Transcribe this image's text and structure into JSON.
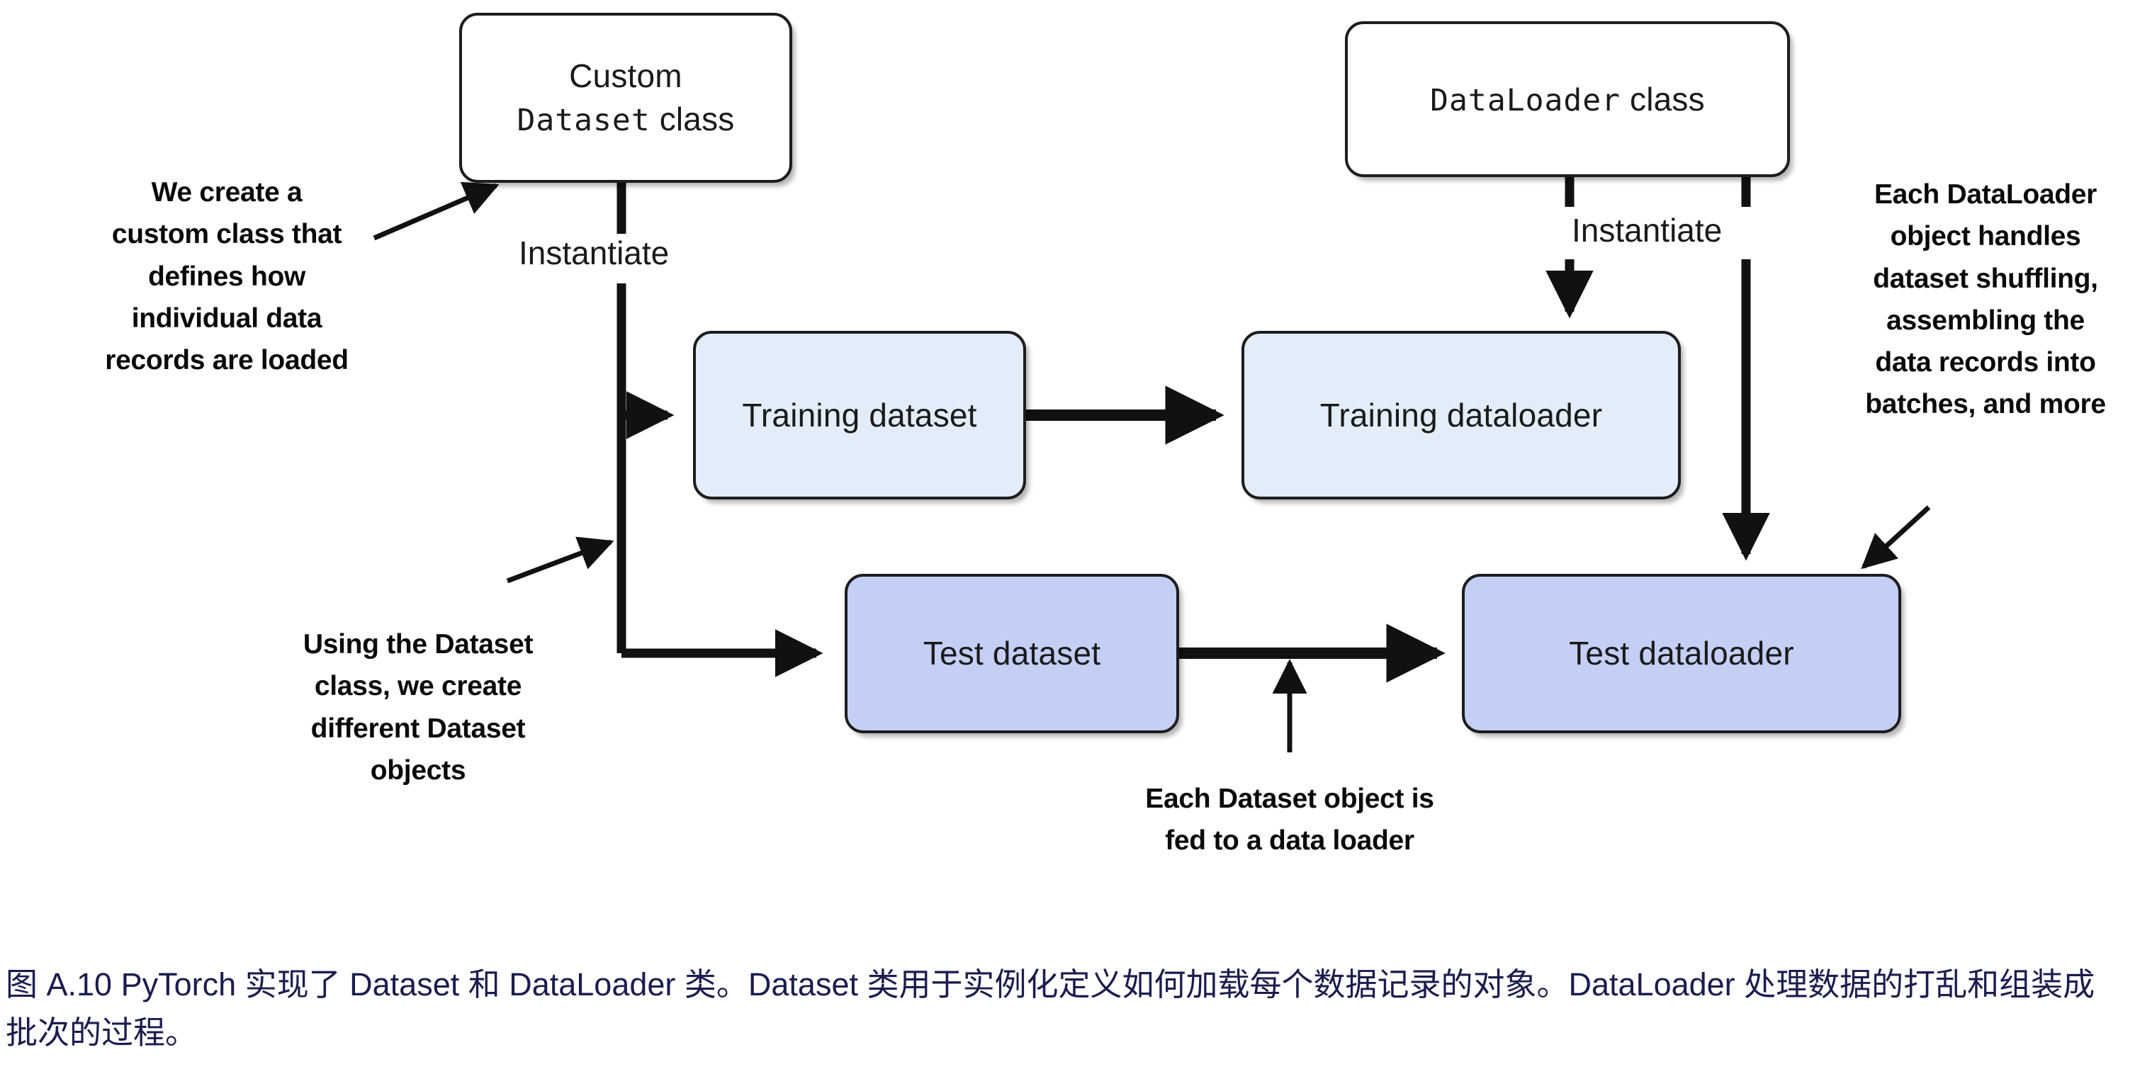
{
  "figure": {
    "type": "flow-diagram",
    "title_caption": "图 A.10 PyTorch 实现了 Dataset 和 DataLoader 类。Dataset 类用于实例化定义如何加载每个数据记录的对象。DataLoader 处理数据的打乱和组装成批次的过程。",
    "caption_color": "#1b1c4e",
    "background": "#ffffff"
  },
  "nodes": {
    "custom_dataset_class": {
      "line1": "Custom",
      "line2_mono": "Dataset",
      "line2_sans": "class",
      "fill": "#ffffff",
      "border": "#1d1d1f"
    },
    "dataloader_class": {
      "mono": "DataLoader",
      "sans": "class",
      "fill": "#ffffff",
      "border": "#1d1d1f"
    },
    "training_dataset": {
      "label": "Training dataset",
      "fill": "#e2edf9"
    },
    "training_dataloader": {
      "label": "Training dataloader",
      "fill": "#e2edf9"
    },
    "test_dataset": {
      "label": "Test dataset",
      "fill": "#c3cff5"
    },
    "test_dataloader": {
      "label": "Test dataloader",
      "fill": "#c3cff5"
    }
  },
  "edge_labels": {
    "instantiate_left": "Instantiate",
    "instantiate_right": "Instantiate"
  },
  "annotations": {
    "create_custom_class": "We create a\ncustom class that\ndefines how\nindividual data\nrecords are loaded",
    "using_dataset_class": "Using the Dataset\nclass, we create\ndifferent Dataset\nobjects",
    "dataloader_handles": "Each DataLoader\nobject handles\ndataset shuffling,\nassembling the\ndata records into\nbatches, and more",
    "dataset_fed_loader": "Each Dataset object is\nfed to a data loader"
  }
}
